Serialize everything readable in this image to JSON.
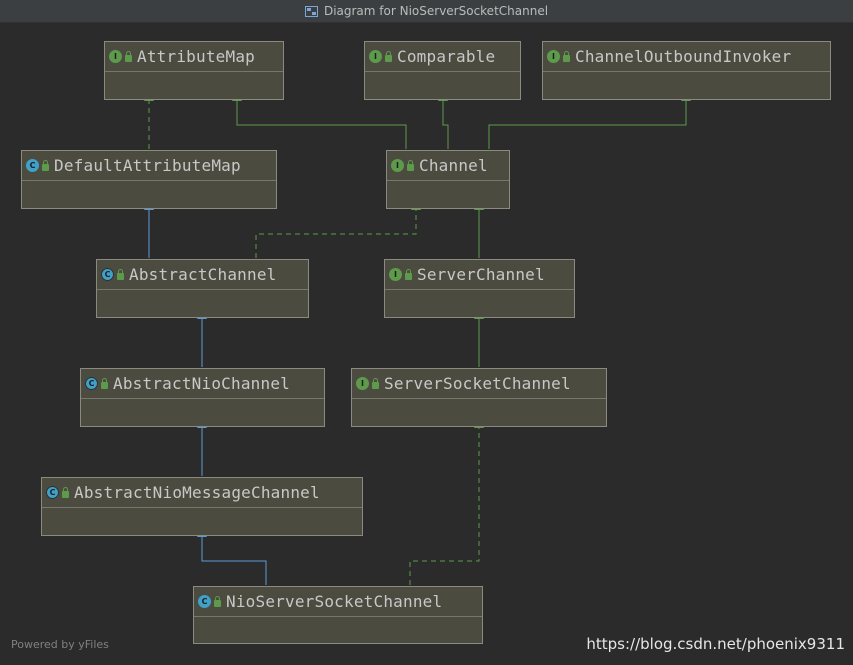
{
  "window": {
    "title": "Diagram for NioServerSocketChannel"
  },
  "diagram": {
    "nodes": [
      {
        "id": "AttributeMap",
        "label": "AttributeMap",
        "kind": "interface"
      },
      {
        "id": "Comparable",
        "label": "Comparable",
        "kind": "interface"
      },
      {
        "id": "ChannelOutboundInvoker",
        "label": "ChannelOutboundInvoker",
        "kind": "interface"
      },
      {
        "id": "DefaultAttributeMap",
        "label": "DefaultAttributeMap",
        "kind": "class"
      },
      {
        "id": "Channel",
        "label": "Channel",
        "kind": "interface"
      },
      {
        "id": "AbstractChannel",
        "label": "AbstractChannel",
        "kind": "abstract-class"
      },
      {
        "id": "ServerChannel",
        "label": "ServerChannel",
        "kind": "interface"
      },
      {
        "id": "AbstractNioChannel",
        "label": "AbstractNioChannel",
        "kind": "abstract-class"
      },
      {
        "id": "ServerSocketChannel",
        "label": "ServerSocketChannel",
        "kind": "interface"
      },
      {
        "id": "AbstractNioMessageChannel",
        "label": "AbstractNioMessageChannel",
        "kind": "abstract-class"
      },
      {
        "id": "NioServerSocketChannel",
        "label": "NioServerSocketChannel",
        "kind": "class"
      }
    ],
    "edges": [
      {
        "from": "DefaultAttributeMap",
        "to": "AttributeMap",
        "type": "implements"
      },
      {
        "from": "Channel",
        "to": "AttributeMap",
        "type": "extends-interface"
      },
      {
        "from": "Channel",
        "to": "Comparable",
        "type": "extends-interface"
      },
      {
        "from": "Channel",
        "to": "ChannelOutboundInvoker",
        "type": "extends-interface"
      },
      {
        "from": "AbstractChannel",
        "to": "DefaultAttributeMap",
        "type": "extends"
      },
      {
        "from": "AbstractChannel",
        "to": "Channel",
        "type": "implements"
      },
      {
        "from": "ServerChannel",
        "to": "Channel",
        "type": "extends-interface"
      },
      {
        "from": "AbstractNioChannel",
        "to": "AbstractChannel",
        "type": "extends"
      },
      {
        "from": "ServerSocketChannel",
        "to": "ServerChannel",
        "type": "extends-interface"
      },
      {
        "from": "AbstractNioMessageChannel",
        "to": "AbstractNioChannel",
        "type": "extends"
      },
      {
        "from": "NioServerSocketChannel",
        "to": "AbstractNioMessageChannel",
        "type": "extends"
      },
      {
        "from": "NioServerSocketChannel",
        "to": "ServerSocketChannel",
        "type": "implements"
      }
    ]
  },
  "colors": {
    "background": "#2b2b2b",
    "node_fill": "#4b4b40",
    "extends_edge": "#5b9bd5",
    "interface_edge": "#5e9a4b"
  },
  "footer": {
    "powered_by": "Powered by yFiles",
    "watermark": "https://blog.csdn.net/phoenix9311"
  }
}
